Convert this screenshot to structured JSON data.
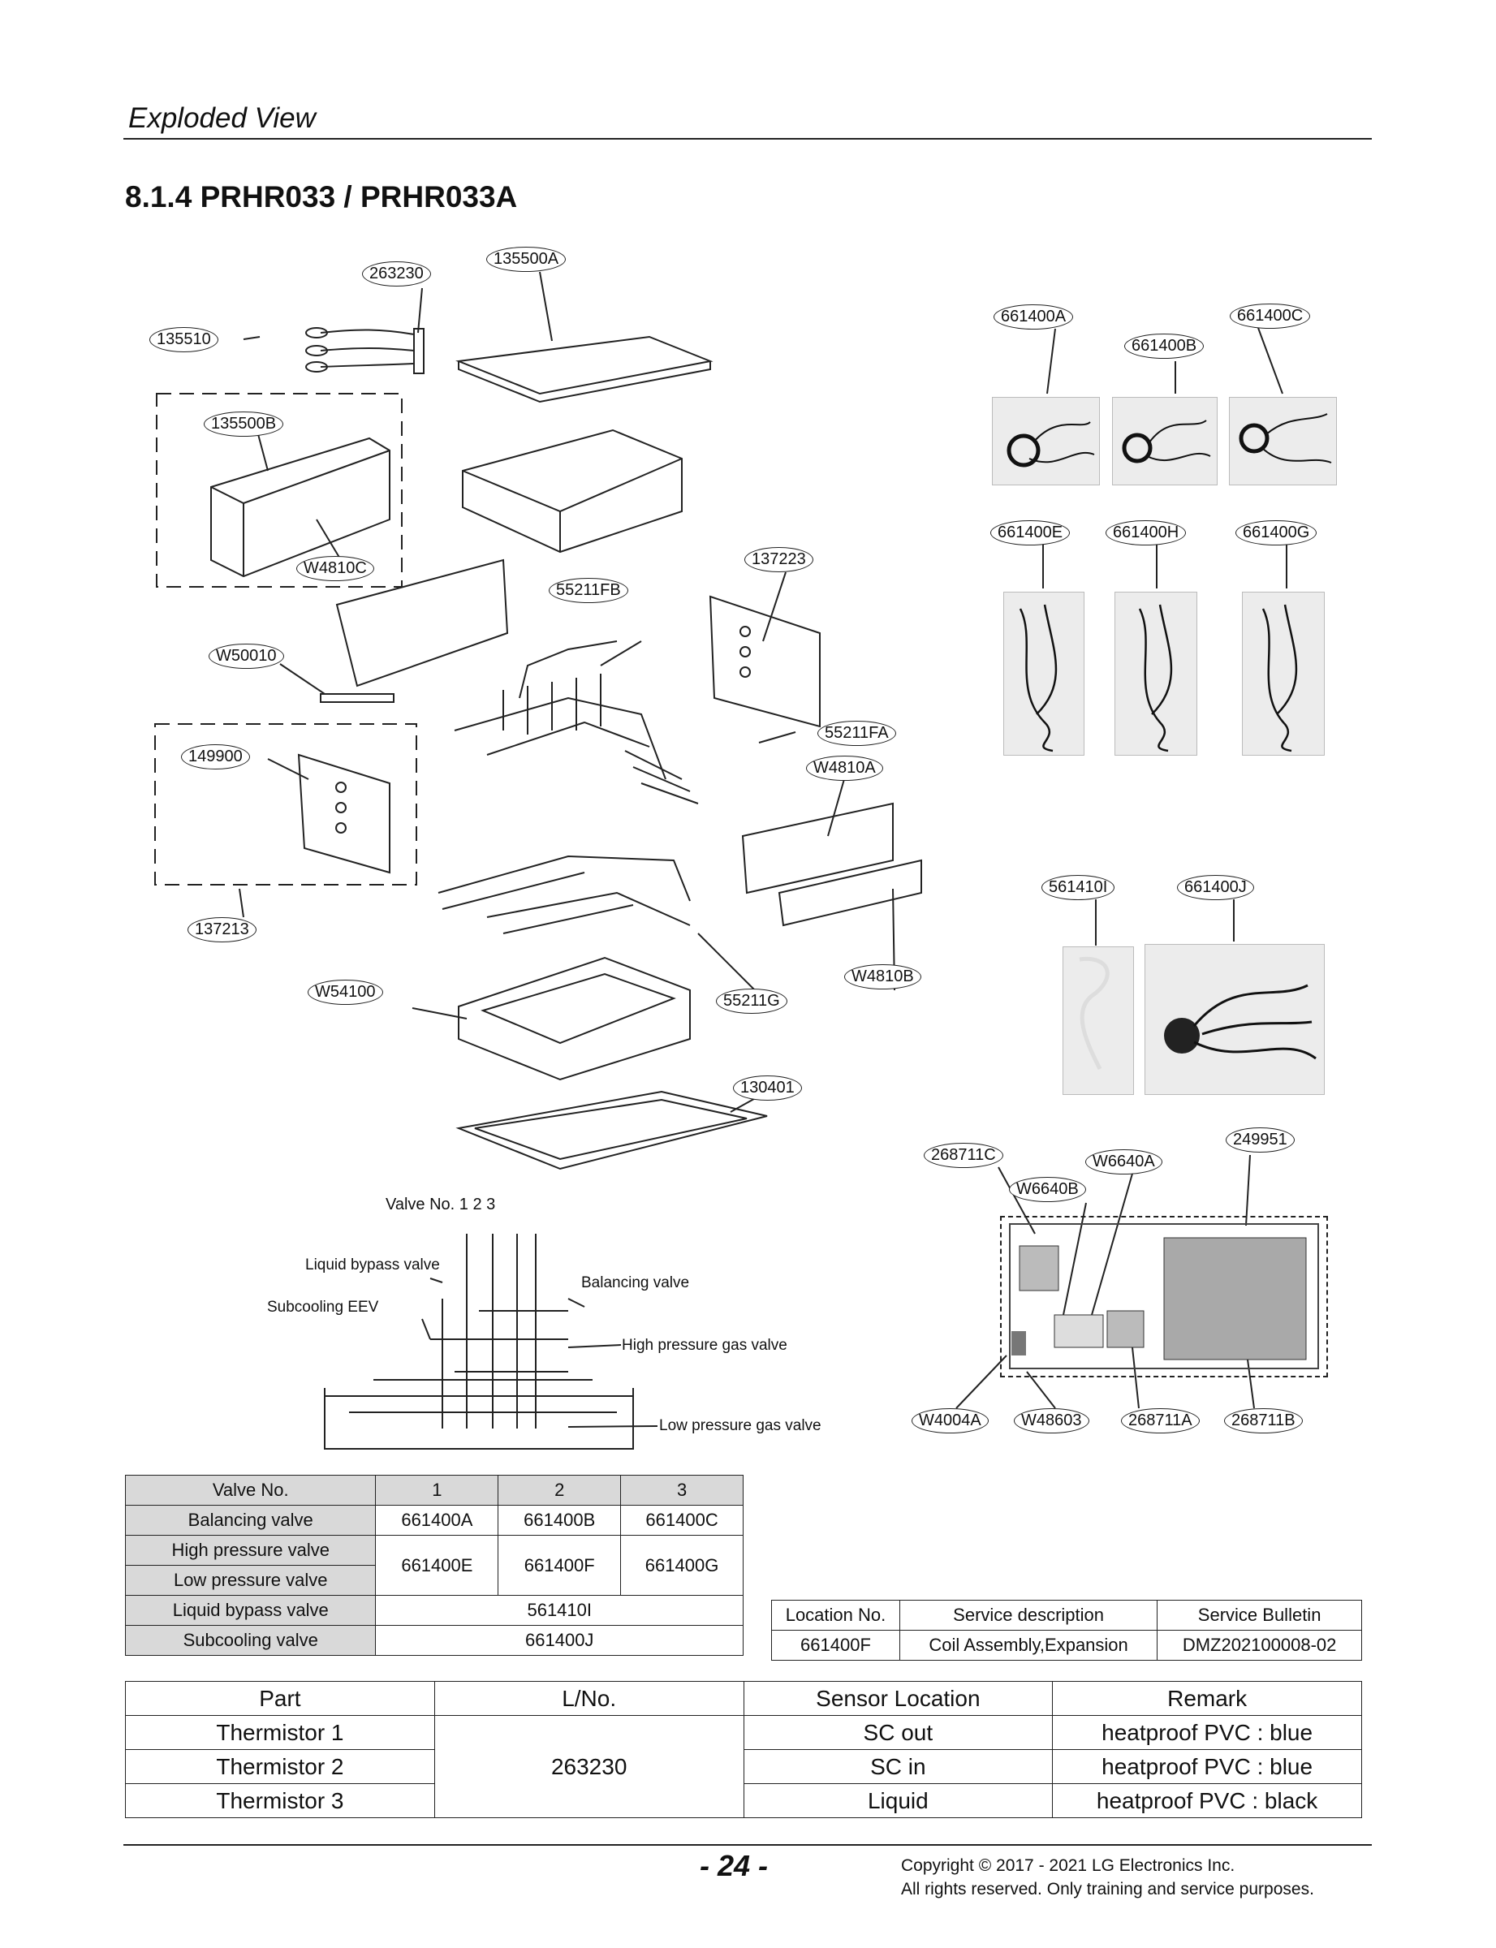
{
  "header": {
    "section": "Exploded View",
    "title": "8.1.4 PRHR033 / PRHR033A"
  },
  "parts": {
    "263230": "263230",
    "135500A": "135500A",
    "135510": "135510",
    "135500B": "135500B",
    "W4810C": "W4810C",
    "W50010": "W50010",
    "55211FB": "55211FB",
    "137223": "137223",
    "149900": "149900",
    "55211FA": "55211FA",
    "W4810A": "W4810A",
    "137213": "137213",
    "W4810B": "W4810B",
    "W54100": "W54100",
    "55211G": "55211G",
    "130401": "130401",
    "661400A": "661400A",
    "661400C": "661400C",
    "661400B": "661400B",
    "661400E": "661400E",
    "661400H": "661400H",
    "661400G": "661400G",
    "561410I": "561410I",
    "661400J": "661400J",
    "268711C": "268711C",
    "W6640A": "W6640A",
    "249951": "249951",
    "W6640B": "W6640B",
    "W4004A": "W4004A",
    "W48603": "W48603",
    "268711A": "268711A",
    "268711B": "268711B"
  },
  "valve_diagram": {
    "valve_no": "Valve No. 1   2   3",
    "liquid_bypass": "Liquid bypass valve",
    "subcooling_eev": "Subcooling EEV",
    "balancing": "Balancing valve",
    "high_pressure": "High pressure gas valve",
    "low_pressure": "Low pressure gas valve"
  },
  "valve_table": {
    "header": [
      "Valve No.",
      "1",
      "2",
      "3"
    ],
    "balancing": [
      "Balancing valve",
      "661400A",
      "661400B",
      "661400C"
    ],
    "high_label": "High pressure valve",
    "low_label": "Low pressure valve",
    "pressure_values": [
      "661400E",
      "661400F",
      "661400G"
    ],
    "liquid_bypass": [
      "Liquid bypass valve",
      "561410I"
    ],
    "subcooling": [
      "Subcooling valve",
      "661400J"
    ]
  },
  "location_table": {
    "header": [
      "Location No.",
      "Service description",
      "Service Bulletin"
    ],
    "row": [
      "661400F",
      "Coil Assembly,Expansion",
      "DMZ202100008-02"
    ]
  },
  "sensor_table": {
    "header": [
      "Part",
      "L/No.",
      "Sensor Location",
      "Remark"
    ],
    "lno": "263230",
    "rows": [
      {
        "part": "Thermistor 1",
        "location": "SC out",
        "remark": "heatproof PVC : blue"
      },
      {
        "part": "Thermistor 2",
        "location": "SC in",
        "remark": "heatproof PVC : blue"
      },
      {
        "part": "Thermistor 3",
        "location": "Liquid",
        "remark": "heatproof PVC : black"
      }
    ]
  },
  "footer": {
    "page": "- 24 -",
    "copyright": "Copyright © 2017 - 2021 LG Electronics Inc.",
    "rights": "All rights reserved. Only training and service purposes."
  }
}
